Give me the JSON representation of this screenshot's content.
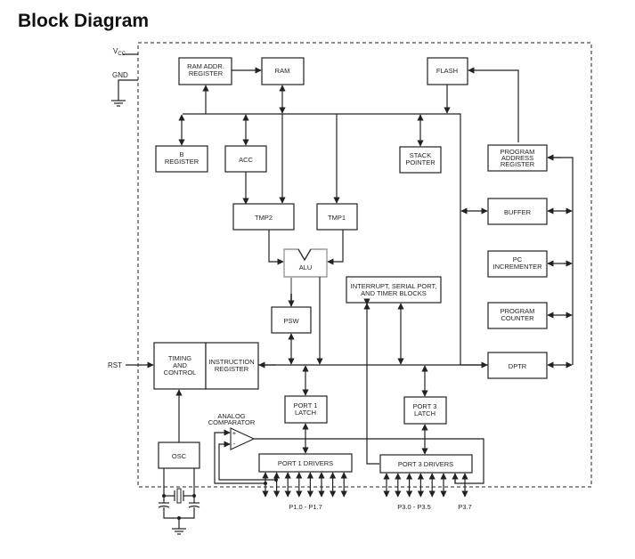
{
  "title": "Block Diagram",
  "power": {
    "vcc": "V",
    "vcc_sub": "CC",
    "gnd": "GND",
    "rst": "RST"
  },
  "blocks": {
    "ram_addr": [
      "RAM ADDR.",
      "REGISTER"
    ],
    "ram": [
      "RAM"
    ],
    "flash": [
      "FLASH"
    ],
    "b_register": [
      "B",
      "REGISTER"
    ],
    "acc": [
      "ACC"
    ],
    "stack_pointer": [
      "STACK",
      "POINTER"
    ],
    "program_address_register": [
      "PROGRAM",
      "ADDRESS",
      "REGISTER"
    ],
    "buffer": [
      "BUFFER"
    ],
    "tmp2": [
      "TMP2"
    ],
    "tmp1": [
      "TMP1"
    ],
    "alu": [
      "ALU"
    ],
    "pc_incrementer": [
      "PC",
      "INCREMENTER"
    ],
    "interrupt": [
      "INTERRUPT, SERIAL PORT,",
      "AND TIMER BLOCKS"
    ],
    "psw": [
      "PSW"
    ],
    "program_counter": [
      "PROGRAM",
      "COUNTER"
    ],
    "timing_control": [
      "TIMING",
      "AND",
      "CONTROL"
    ],
    "instruction_register": [
      "INSTRUCTION",
      "REGISTER"
    ],
    "dptr": [
      "DPTR"
    ],
    "port1_latch": [
      "PORT 1",
      "LATCH"
    ],
    "port3_latch": [
      "PORT 3",
      "LATCH"
    ],
    "osc": [
      "OSC"
    ],
    "port1_drivers": [
      "PORT 1 DRIVERS"
    ],
    "port3_drivers": [
      "PORT 3 DRIVERS"
    ]
  },
  "labels": {
    "analog_comparator": [
      "ANALOG",
      "COMPARATOR"
    ],
    "comp_plus": "+",
    "comp_minus": "-",
    "p1_pins": "P1.0 - P1.7",
    "p3_pins": "P3.0 - P3.5",
    "p37_pin": "P3.7"
  }
}
